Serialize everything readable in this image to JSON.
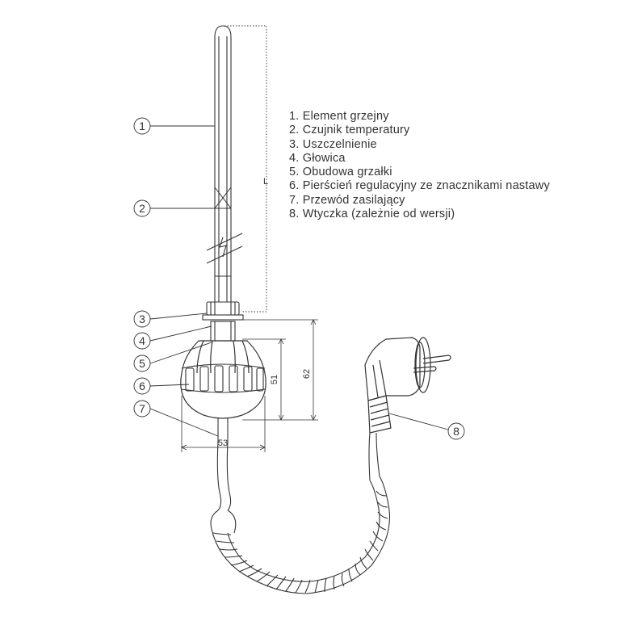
{
  "legend": {
    "items": [
      "1. Element grzejny",
      "2. Czujnik temperatury",
      "3. Uszczelnienie",
      "4. Głowica",
      "5. Obudowa grzałki",
      "6. Pierścień regulacyjny ze znacznikami nastawy",
      "7. Przewód zasilający",
      "8. Wtyczka (zależnie od wersji)"
    ]
  },
  "callouts": [
    "1",
    "2",
    "3",
    "4",
    "5",
    "6",
    "7",
    "8"
  ],
  "dimensions": {
    "length": "L",
    "body_height": "51",
    "total_height": "62",
    "width": "53"
  },
  "colors": {
    "line": "#333333",
    "background": "#ffffff"
  }
}
